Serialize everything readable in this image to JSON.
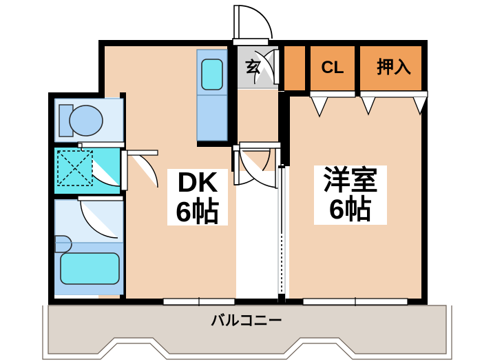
{
  "plan": {
    "title": "Apartment floor plan 1DK",
    "colors": {
      "wall": "#000000",
      "room_floor": "#F3D3B6",
      "closet": "#F0A05A",
      "water_light": "#DDEEFB",
      "water_mid": "#AED4F5",
      "water_accent": "#6FE8F0",
      "entry_tile": "#D5D5D5",
      "balcony": "#DDD5CC",
      "outline": "#000000",
      "door_fill": "#FFFFFF"
    },
    "rooms": [
      {
        "id": "dk",
        "label_line1": "DK",
        "label_line2": "6帖"
      },
      {
        "id": "washitsu",
        "label_line1": "洋室",
        "label_line2": "6帖"
      }
    ],
    "labels": {
      "dk_name": "DK",
      "dk_size": "6帖",
      "room_name": "洋室",
      "room_size": "6帖",
      "entrance": "玄",
      "closet": "CL",
      "oshiire": "押入",
      "balcony": "バルコニー"
    },
    "fixtures": [
      {
        "name": "toilet",
        "label": ""
      },
      {
        "name": "washing-machine",
        "label": ""
      },
      {
        "name": "bathtub",
        "label": ""
      },
      {
        "name": "wash-basin",
        "label": ""
      },
      {
        "name": "kitchen-sink",
        "label": ""
      },
      {
        "name": "kitchen-counter",
        "label": ""
      }
    ]
  }
}
